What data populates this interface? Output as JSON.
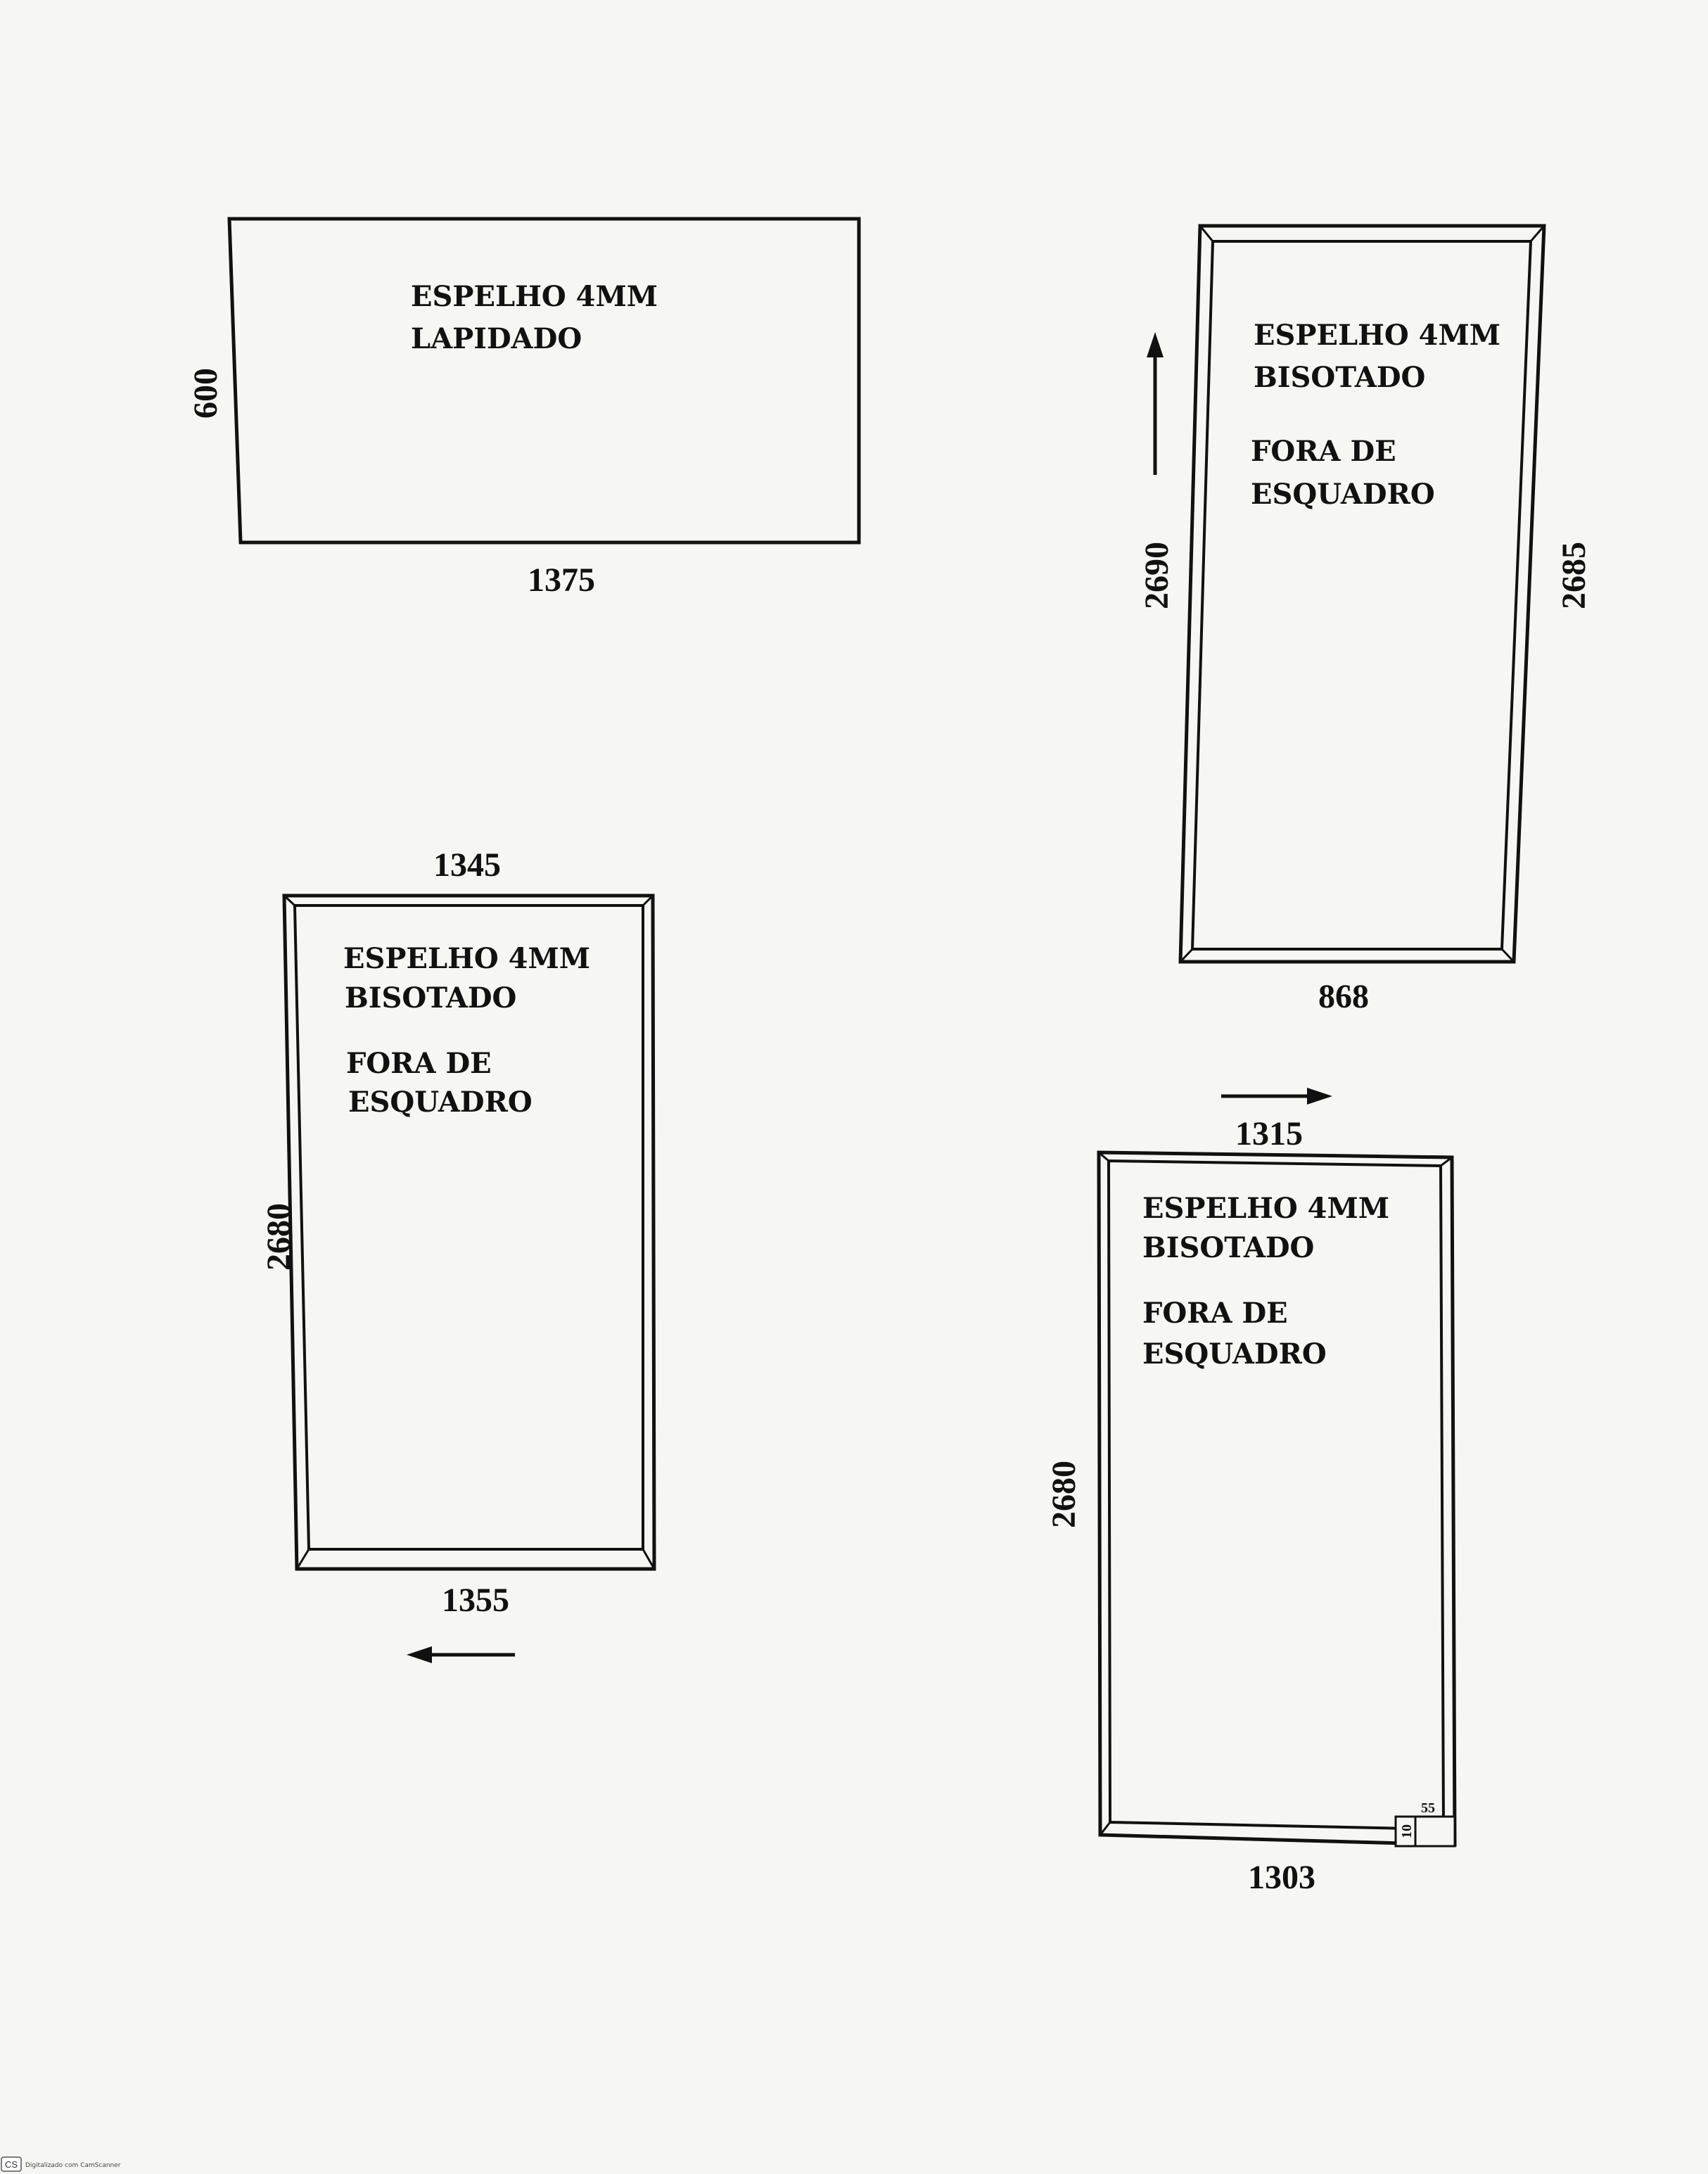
{
  "panels": {
    "top_left": {
      "note_line1": "ESPELHO 4MM",
      "note_line2": "LAPIDADO",
      "height": "600",
      "width": "1375"
    },
    "top_right": {
      "note_line1": "ESPELHO 4MM",
      "note_line2": "BISOTADO",
      "note_line3": "FORA DE",
      "note_line4": "ESQUADRO",
      "left_height": "2690",
      "right_height": "2685",
      "bottom_width": "868"
    },
    "bottom_left": {
      "note_line1": "ESPELHO 4MM",
      "note_line2": "BISOTADO",
      "note_line3": "FORA DE",
      "note_line4": "ESQUADRO",
      "top_width": "1345",
      "left_height": "2680",
      "bottom_width": "1355"
    },
    "bottom_right": {
      "note_line1": "ESPELHO 4MM",
      "note_line2": "BISOTADO",
      "note_line3": "FORA DE",
      "note_line4": "ESQUADRO",
      "top_width": "1315",
      "left_height": "2680",
      "bottom_width": "1303",
      "notch_width": "55",
      "notch_height": "10"
    }
  },
  "footer": {
    "badge": "CS",
    "scanner_text": "Digitalizado com CamScanner"
  }
}
